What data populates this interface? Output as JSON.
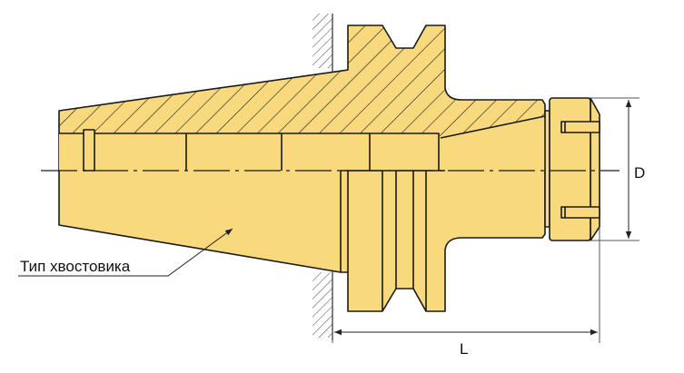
{
  "labels": {
    "shank_type": "Тип хвостовика",
    "dim_d": "D",
    "dim_l": "L"
  },
  "colors": {
    "body_fill": "#f8d97e",
    "outline": "#1a1a1a",
    "dimension": "#555555"
  }
}
